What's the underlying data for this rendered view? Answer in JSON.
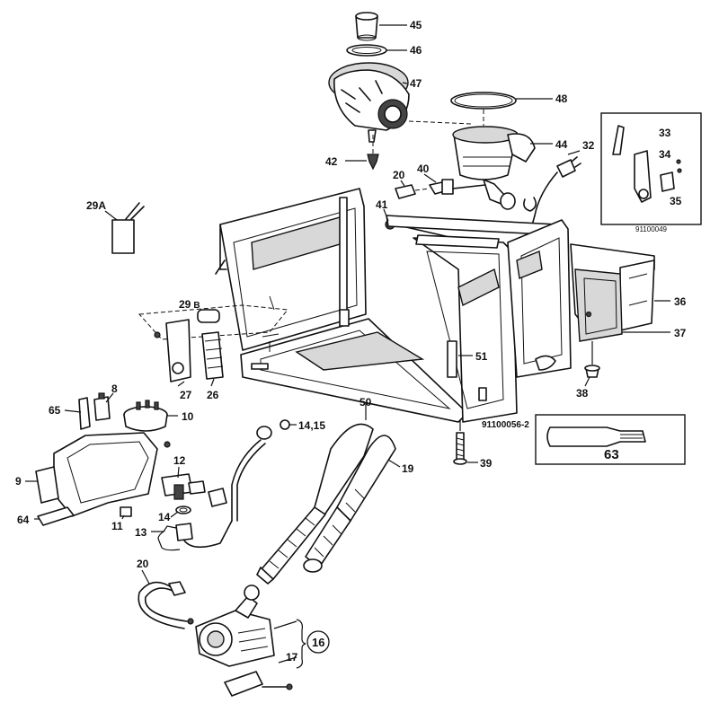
{
  "reference_codes": {
    "detail_box": "91100049",
    "main_drawing": "91100056-2"
  },
  "labels": {
    "p45": "45",
    "p46": "46",
    "p47": "47",
    "p48": "48",
    "p44": "44",
    "p32": "32",
    "p33": "33",
    "p34": "34",
    "p35": "35",
    "p42": "42",
    "p20a": "20",
    "p40": "40",
    "p41": "41",
    "p29a": "29A",
    "p29b": "29",
    "p29b_suffix": "B",
    "p36": "36",
    "p37": "37",
    "p38": "38",
    "p51": "51",
    "p27": "27",
    "p26": "26",
    "p8": "8",
    "p65": "65",
    "p10": "10",
    "p50": "50",
    "p14_15": "14,15",
    "p19": "19",
    "p39": "39",
    "p63": "63",
    "p12": "12",
    "p9": "9",
    "p64": "64",
    "p11": "11",
    "p14": "14",
    "p13": "13",
    "p20b": "20",
    "p16": "16",
    "p17": "17"
  }
}
